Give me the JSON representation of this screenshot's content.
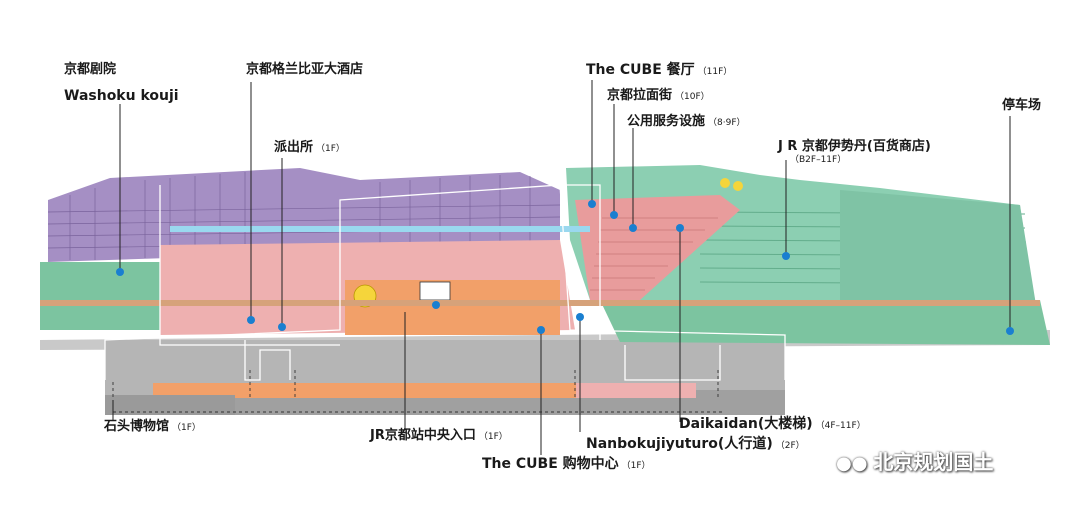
{
  "labels": {
    "theatre": "京都剧院",
    "washoku": "Washoku kouji",
    "granvia": "京都格兰比亚大酒店",
    "police": "派出所",
    "police_floor": "（1F）",
    "cube_restaurant": "The CUBE 餐厅",
    "cube_restaurant_floor": "（11F）",
    "ramen": "京都拉面街",
    "ramen_floor": "（10F）",
    "public": "公用服务设施",
    "public_floor": "（8·9F）",
    "isetan": "J R 京都伊势丹(百货商店)",
    "isetan_floor": "（B2F–11F）",
    "parking": "停车场",
    "stone_museum": "石头博物馆",
    "stone_museum_floor": "（1F）",
    "central_entrance": "JR京都站中央入口",
    "central_entrance_floor": "（1F）",
    "cube_shopping": "The CUBE 购物中心",
    "cube_shopping_floor": "（1F）",
    "nanboku": "Nanbokujiyuturo(人行道)",
    "nanboku_floor": "（2F）",
    "daikaidan": "Daikaidan(大楼梯)",
    "daikaidan_floor": "（4F–11F）"
  },
  "watermark": {
    "icon": "wechat-icon",
    "text": "北京规划国土"
  },
  "colors": {
    "hotel": "#a58fc4",
    "isetan": "#8ccfb2",
    "ground": "#a9a9a9",
    "pink": "#eeb0b0",
    "orange": "#f2a069",
    "marker": "#1a7fd0"
  }
}
